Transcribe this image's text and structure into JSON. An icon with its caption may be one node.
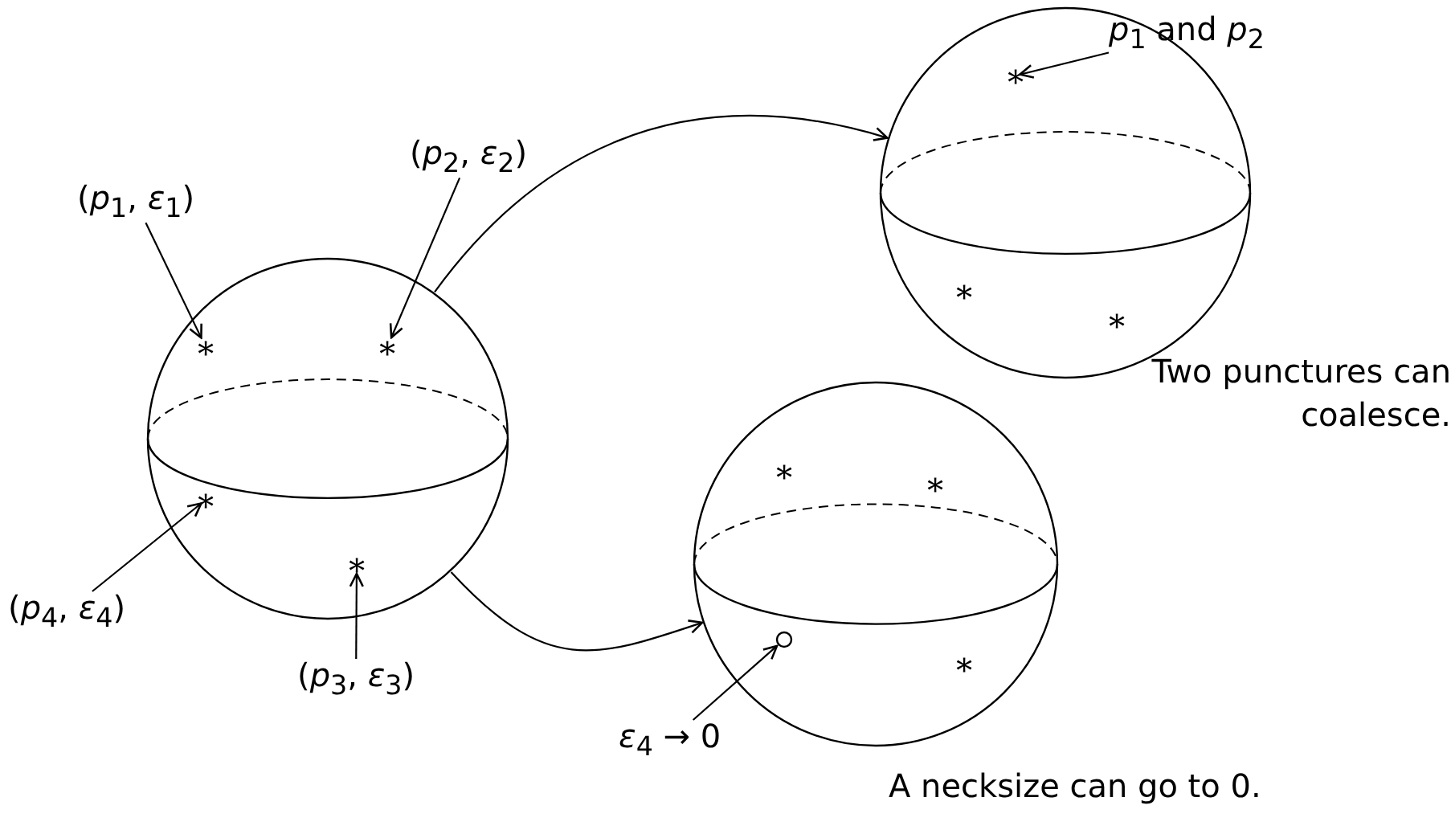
{
  "diagram": {
    "nodes": [
      {
        "text": [],
        "shape": "circle"
      },
      {
        "text": [
          "(*p*$_{1}$, *ε*$_{1}$)"
        ]
      },
      {
        "text": [
          "(*p*$_{2}$, *ε*$_{2}$)"
        ]
      },
      {
        "text": [
          "(*p*$_{4}$, *ε*$_{4}$)"
        ]
      },
      {
        "text": [
          "(*p*$_{3}$, *ε*$_{3}$)"
        ]
      },
      {
        "text": [
          "∗"
        ],
        "in": 0
      },
      {
        "text": [
          "∗"
        ],
        "in": 0
      },
      {
        "text": [
          "∗"
        ],
        "in": 0
      },
      {
        "text": [
          "∗"
        ],
        "in": 0
      },
      {
        "text": [],
        "shape": "circle"
      },
      {
        "text": [
          "∗"
        ],
        "in": 9
      },
      {
        "text": [
          "∗"
        ],
        "in": 9
      },
      {
        "text": [
          "∗"
        ],
        "in": 9
      },
      {
        "text": [
          "*p*$_{1}$ and *p*$_{2}$"
        ]
      },
      {
        "text": [],
        "shape": "circle"
      },
      {
        "text": [
          "∗"
        ],
        "in": 14
      },
      {
        "text": [
          "∗"
        ],
        "in": 14
      },
      {
        "text": [],
        "shape": "circle",
        "in": 14
      },
      {
        "text": [
          "∗"
        ],
        "in": 14
      },
      {
        "text": [
          "*ε*$_{4}$ → 0"
        ]
      }
    ],
    "edges": [
      {
        "from": 1,
        "to": 5,
        "arrow": "to"
      },
      {
        "from": 2,
        "to": 6,
        "arrow": "to"
      },
      {
        "from": 3,
        "to": 7,
        "arrow": "to"
      },
      {
        "from": 4,
        "to": 8,
        "arrow": "to"
      },
      {
        "from": 0,
        "to": 9,
        "arrow": "to"
      },
      {
        "from": 0,
        "to": 14,
        "arrow": "to"
      },
      {
        "from": 13,
        "to": 10,
        "arrow": "to"
      },
      {
        "from": 19,
        "to": 17,
        "arrow": "to"
      }
    ],
    "labels": [
      "Two punctures can coalesce.",
      "A necksize can go to 0."
    ]
  }
}
